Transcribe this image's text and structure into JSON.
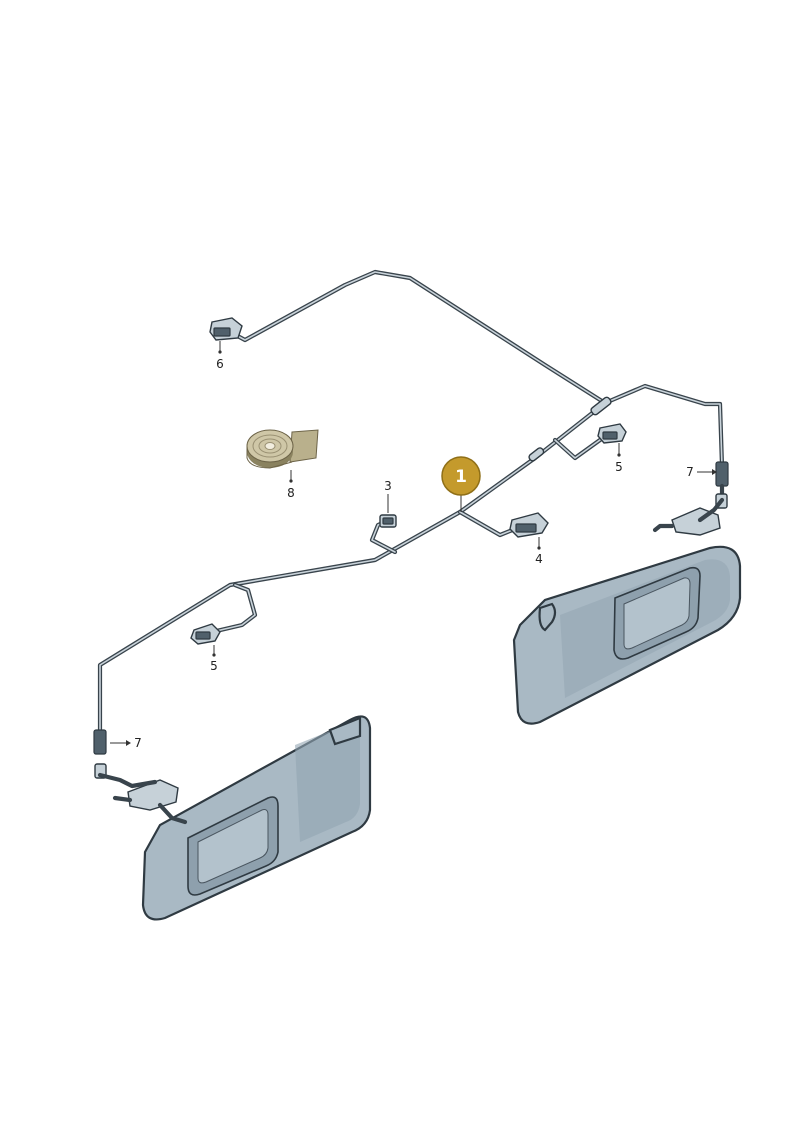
{
  "callout": {
    "number": "1",
    "color": "#c49a2c"
  },
  "labels": {
    "l3": "3",
    "l4": "4",
    "l5_right": "5",
    "l5_left": "5",
    "l6": "6",
    "l7_right": "7",
    "l7_left": "7",
    "l8": "8"
  },
  "colors": {
    "visor": "#a9b9c4",
    "wire": "#39444c",
    "tape": "#c8c0a0"
  }
}
